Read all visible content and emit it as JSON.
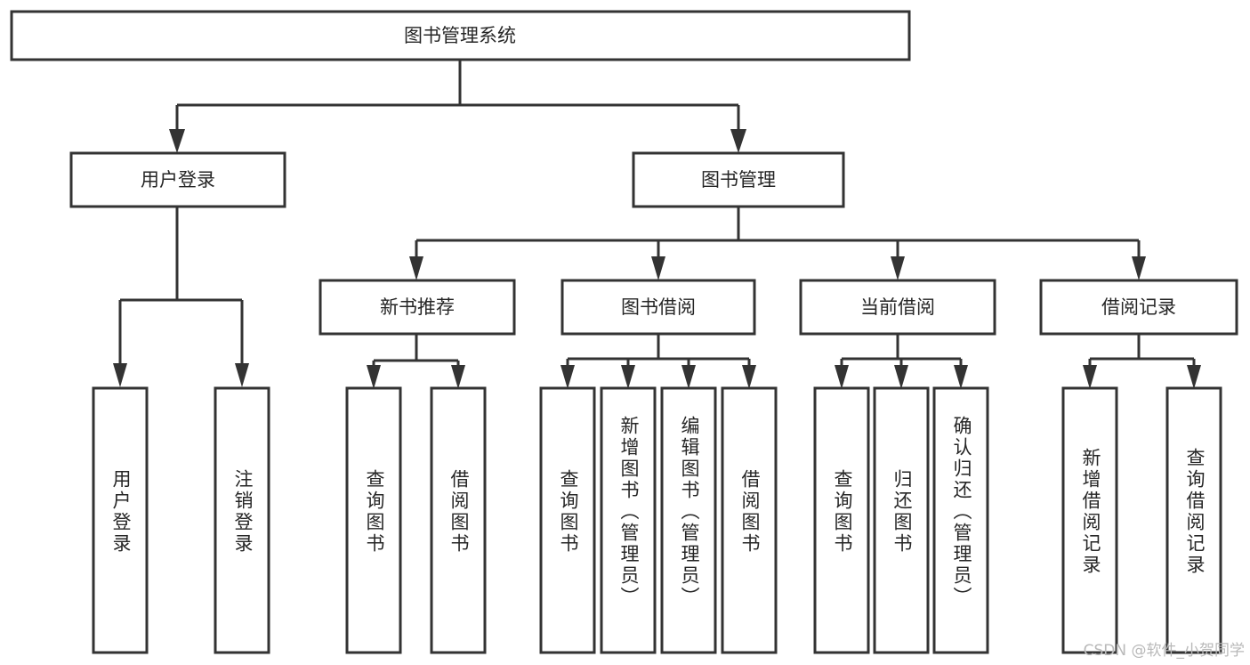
{
  "diagram": {
    "type": "tree-hierarchy-chart",
    "root": {
      "label": "图书管理系统"
    },
    "level1": [
      {
        "label": "用户登录"
      },
      {
        "label": "图书管理"
      }
    ],
    "level2": [
      {
        "label": "新书推荐"
      },
      {
        "label": "图书借阅"
      },
      {
        "label": "当前借阅"
      },
      {
        "label": "借阅记录"
      }
    ],
    "leaves": {
      "user_login": [
        {
          "label": "用户登录"
        },
        {
          "label": "注销登录"
        }
      ],
      "new_book_recommend": [
        {
          "label": "查询图书"
        },
        {
          "label": "借阅图书"
        }
      ],
      "book_borrow": [
        {
          "label": "查询图书"
        },
        {
          "label": "新增图书（管理员）"
        },
        {
          "label": "编辑图书（管理员）"
        },
        {
          "label": "借阅图书"
        }
      ],
      "current_borrow": [
        {
          "label": "查询图书"
        },
        {
          "label": "归还图书"
        },
        {
          "label": "确认归还（管理员）"
        }
      ],
      "borrow_record": [
        {
          "label": "新增借阅记录"
        },
        {
          "label": "查询借阅记录"
        }
      ]
    }
  },
  "watermark": {
    "text": "CSDN @软件_小贺同学"
  },
  "colors": {
    "box_stroke": "#333333",
    "box_fill": "#ffffff",
    "text": "#262626",
    "watermark": "#b9b9b9",
    "background": "#ffffff"
  }
}
